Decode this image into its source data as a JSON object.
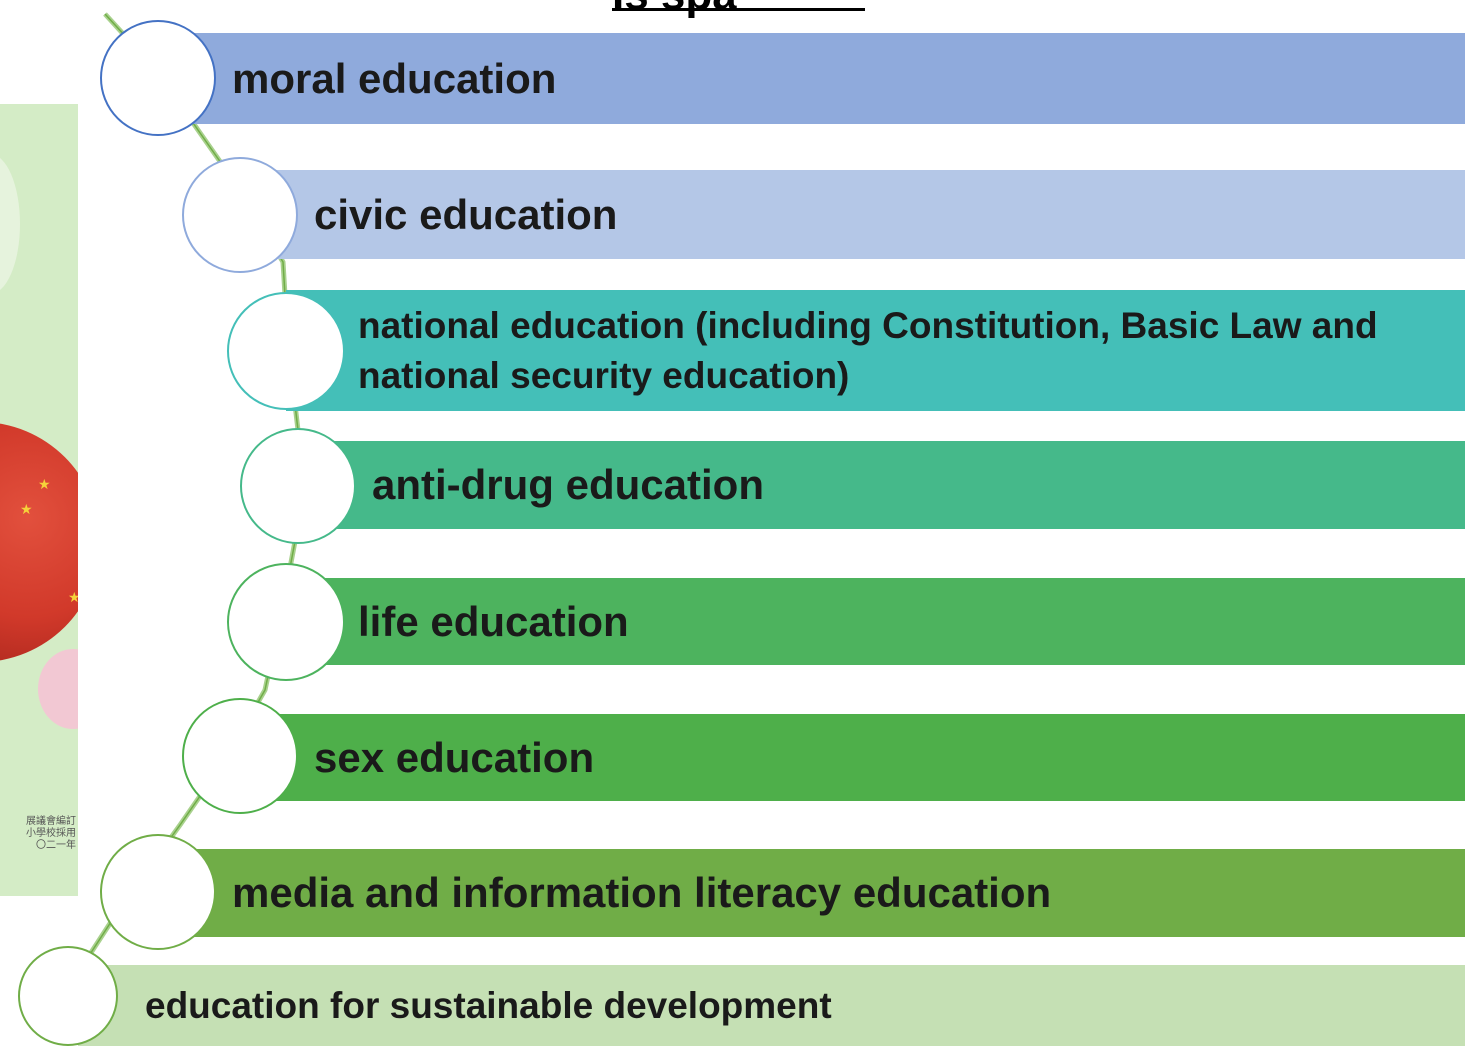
{
  "title_fragment": "Is spa",
  "cover": {
    "publisher_text": [
      "展議會編訂",
      "小學校採用",
      "〇二一年"
    ]
  },
  "items": [
    {
      "label": "moral education",
      "color": "#8faadc",
      "ring": "#4472c4"
    },
    {
      "label": "civic education",
      "color": "#b4c7e7",
      "ring": "#8faadc"
    },
    {
      "label": "national education (including Constitution, Basic Law and national security education)",
      "color": "#44bfb8",
      "ring": "#44bfb8"
    },
    {
      "label": "anti-drug education",
      "color": "#45b98a",
      "ring": "#45b98a"
    },
    {
      "label": "life education",
      "color": "#4db35e",
      "ring": "#4db35e"
    },
    {
      "label": "sex education",
      "color": "#4eaf4a",
      "ring": "#4eaf4a"
    },
    {
      "label": "media and information literacy education",
      "color": "#70ad47",
      "ring": "#70ad47"
    },
    {
      "label": "education for sustainable development",
      "color": "#c5e0b4",
      "ring": "#70ad47"
    }
  ]
}
